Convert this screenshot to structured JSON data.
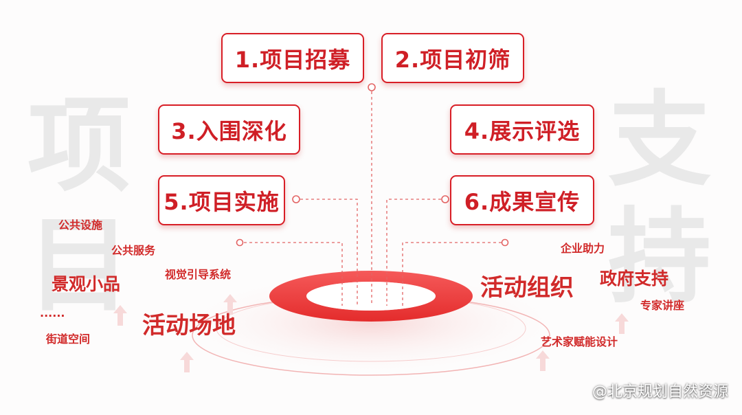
{
  "background_chars": {
    "left_top": "项",
    "left_bottom": "目",
    "right_top": "支",
    "right_bottom": "持"
  },
  "steps": [
    {
      "label": "1.项目招募"
    },
    {
      "label": "2.项目初筛"
    },
    {
      "label": "3.入围深化"
    },
    {
      "label": "4.展示评选"
    },
    {
      "label": "5.项目实施"
    },
    {
      "label": "6.成果宣传"
    }
  ],
  "left_tags": [
    {
      "text": "公共设施"
    },
    {
      "text": "公共服务"
    },
    {
      "text": "视觉引导系统"
    },
    {
      "text": "景观小品"
    },
    {
      "text": "......"
    },
    {
      "text": "活动场地"
    },
    {
      "text": "街道空间"
    }
  ],
  "right_tags": [
    {
      "text": "企业助力"
    },
    {
      "text": "政府支持"
    },
    {
      "text": "活动组织"
    },
    {
      "text": "专家讲座"
    },
    {
      "text": "艺术家赋能设计"
    }
  ],
  "watermark": "@北京规划自然资源",
  "colors": {
    "accent": "#d81e26",
    "ring": "#ee3d3d",
    "dash": "#e36464",
    "bg_char": "#e9e9e9"
  }
}
